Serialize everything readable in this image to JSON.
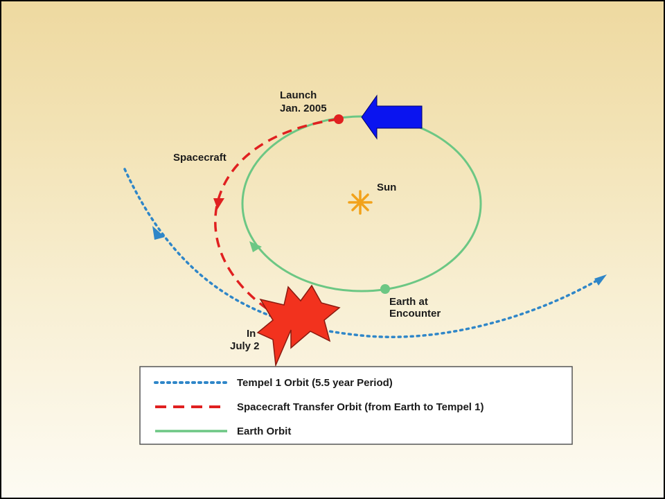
{
  "labels": {
    "launch_line1": "Launch",
    "launch_line2": "Jan. 2005",
    "spacecraft": "Spacecraft",
    "sun": "Sun",
    "earth_line1": "Earth at",
    "earth_line2": "Encounter",
    "impact_line1": "In",
    "impact_line2": "July 2"
  },
  "legend": {
    "items": [
      {
        "label": "Tempel 1 Orbit (5.5 year Period)",
        "style": "dotted",
        "color": "#2f86c8"
      },
      {
        "label": "Spacecraft Transfer Orbit (from Earth to Tempel 1)",
        "style": "dashed",
        "color": "#e02020"
      },
      {
        "label": "Earth Orbit",
        "style": "solid",
        "color": "#6cc784"
      }
    ]
  },
  "colors": {
    "earth_orbit": "#6cc784",
    "tempel_orbit": "#2f86c8",
    "transfer_orbit": "#e02020",
    "sun": "#f2a21b",
    "arrow": "#0a14f0",
    "burst": "#f2321e"
  }
}
